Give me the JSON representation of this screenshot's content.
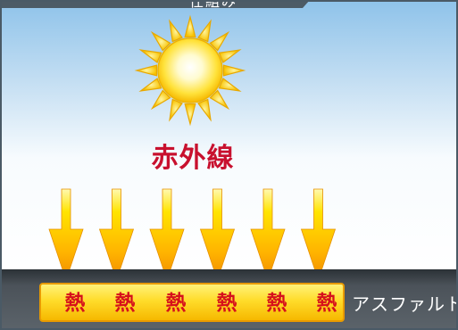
{
  "header": {
    "tab_label": "仕組み"
  },
  "diagram": {
    "infrared_label": "赤外線",
    "heat_labels": [
      "熱",
      "熱",
      "熱",
      "熱",
      "熱",
      "熱"
    ],
    "surface_label": "アスファルト"
  },
  "colors": {
    "sky_top": "#8fc3ea",
    "sky_bottom": "#ffffff",
    "sun": "#ffe23a",
    "arrow_top": "#ffe400",
    "arrow_bottom": "#f08a00",
    "infrared_text": "#c8102e",
    "heat_text": "#d6101c",
    "asphalt": "#4b5259"
  }
}
